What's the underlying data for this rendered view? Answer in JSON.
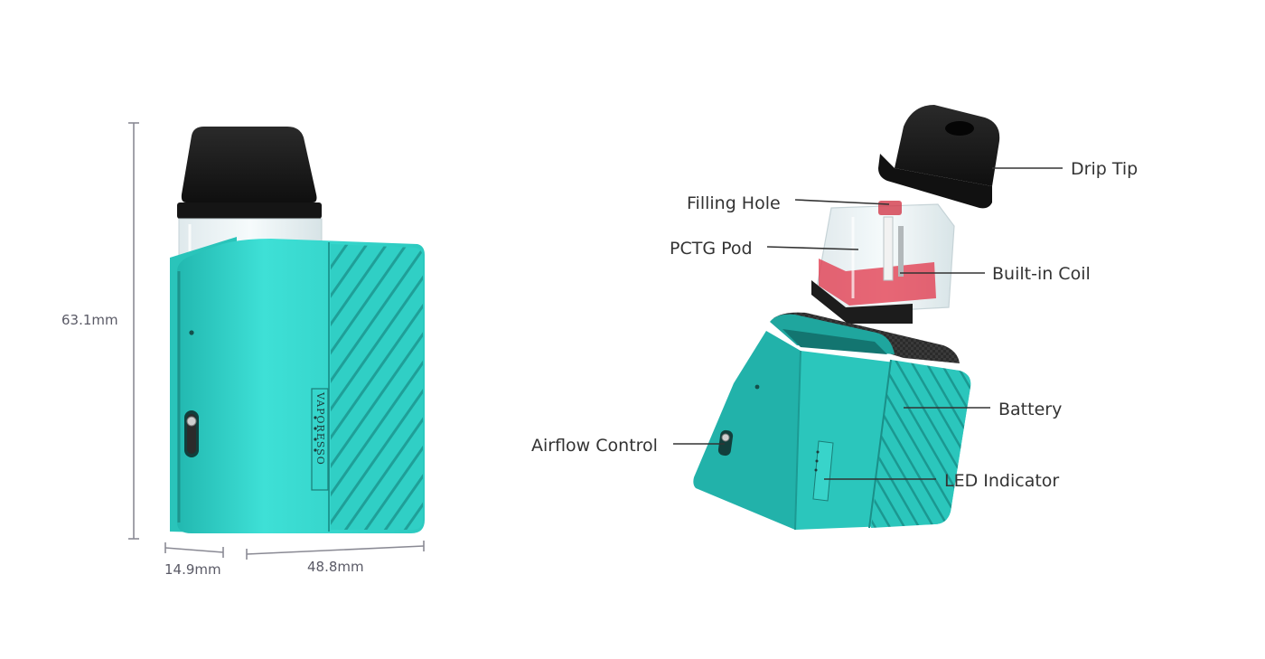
{
  "colors": {
    "body_main": "#2fd3c9",
    "body_light": "#4fe6dc",
    "body_dark": "#1fa39c",
    "tip_black": "#1a1a1a",
    "pod_clear": "#e8f1f4",
    "liquid_red": "#e23448"
  },
  "dimensions": {
    "height": "63.1mm",
    "depth": "14.9mm",
    "width": "48.8mm"
  },
  "brand": {
    "text": "VAPORESSO"
  },
  "callouts": {
    "drip_tip": "Drip Tip",
    "filling_hole": "Filling Hole",
    "pctg_pod": "PCTG Pod",
    "built_in_coil": "Built-in Coil",
    "battery": "Battery",
    "airflow_control": "Airflow Control",
    "led_indicator": "LED Indicator"
  }
}
